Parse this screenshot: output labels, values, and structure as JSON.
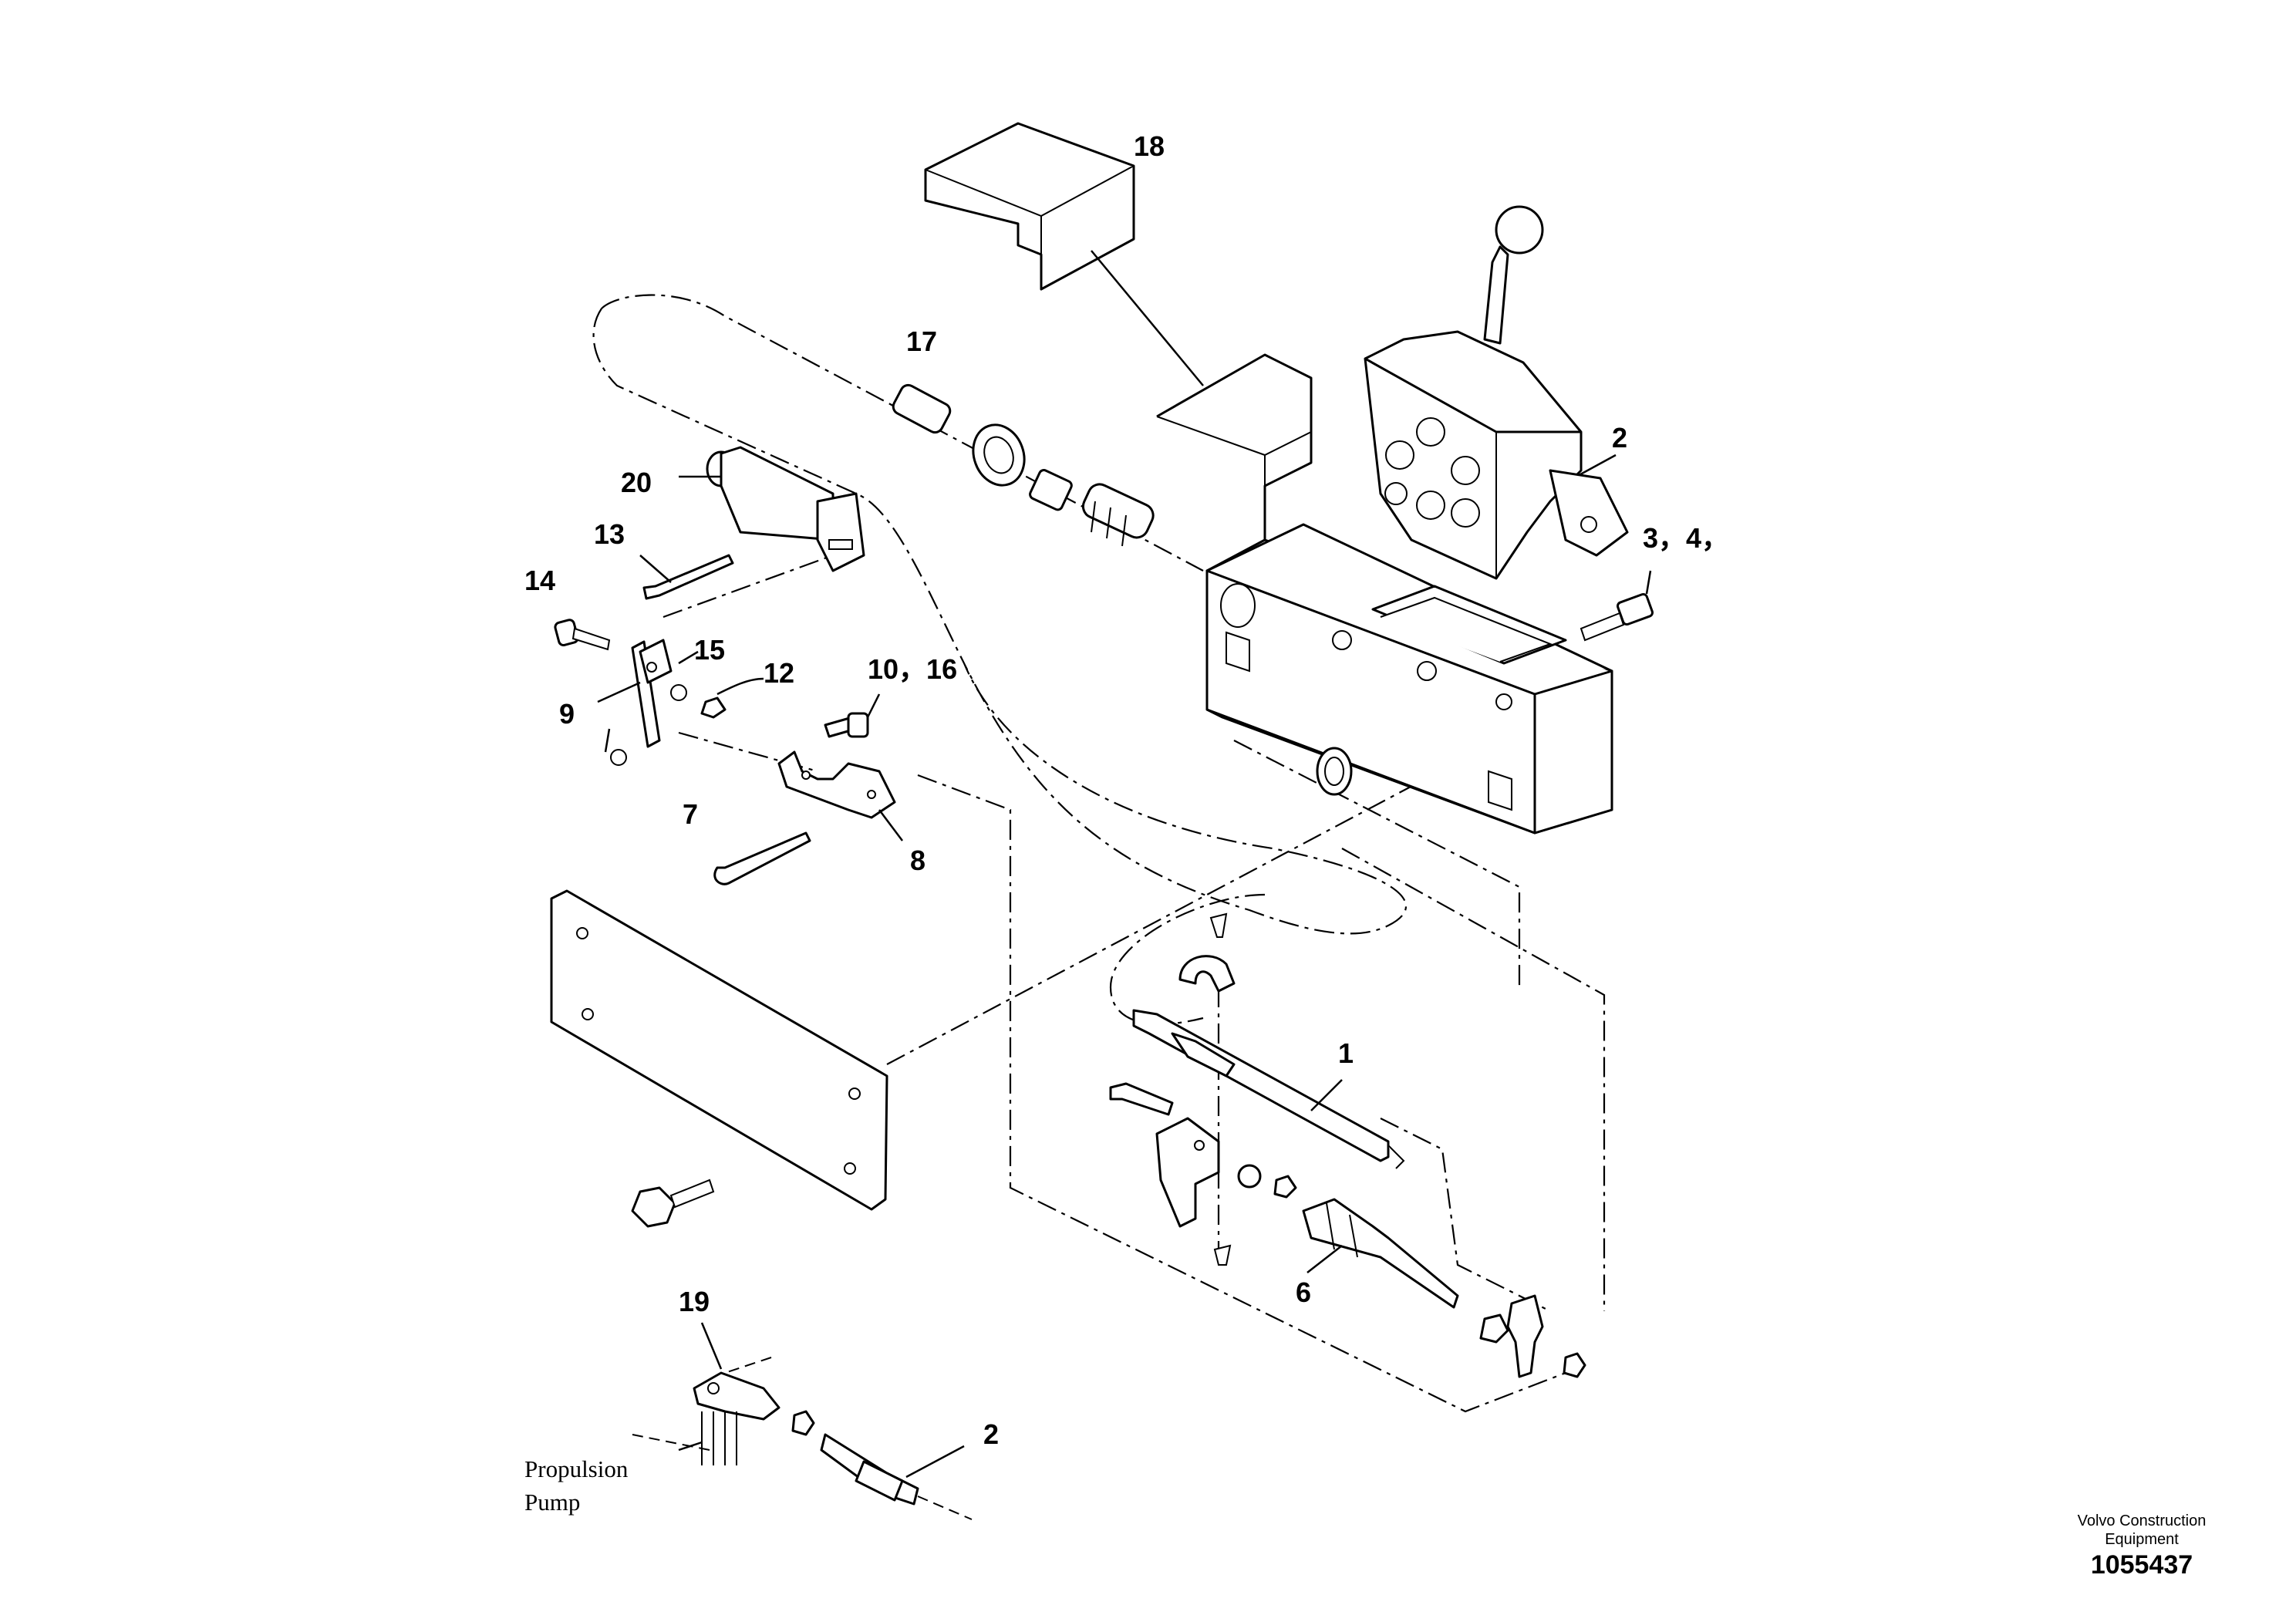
{
  "callouts": {
    "c18": "18",
    "c17": "17",
    "c2a": "2",
    "c20": "20",
    "c13": "13",
    "c34": "3，4，",
    "c14": "14",
    "c15": "15",
    "c12": "12",
    "c1016": "10，16",
    "c9": "9",
    "c7": "7",
    "c8": "8",
    "c1": "1",
    "c6": "6",
    "c19": "19",
    "c2b": "2"
  },
  "notes": {
    "pump_line1": "Propulsion",
    "pump_line2": "Pump"
  },
  "brand": {
    "name_line1": "Volvo Construction",
    "name_line2": "Equipment",
    "doc_number": "1055437"
  }
}
